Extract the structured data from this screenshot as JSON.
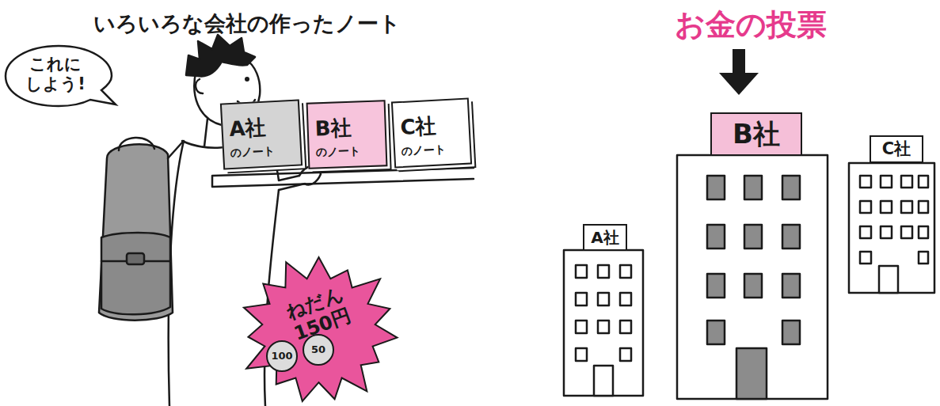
{
  "diagram": {
    "nodes": [
      {
        "text": [
          "これに しよう!"
        ]
      },
      {
        "text": [
          "A社",
          "のノート"
        ]
      },
      {
        "text": [
          "B社",
          "のノート"
        ]
      },
      {
        "text": [
          "C社",
          "のノート"
        ]
      },
      {
        "text": [
          "ねだん 150円"
        ]
      },
      {
        "text": [
          "100"
        ],
        "in": 4
      },
      {
        "text": [
          "50"
        ],
        "in": 4
      },
      {
        "text": [
          "A社"
        ]
      },
      {
        "text": [
          "B社"
        ]
      },
      {
        "text": [
          "C社"
        ]
      }
    ],
    "labels": [
      "いろいろな会社の作ったノート",
      "お金の投票"
    ]
  }
}
